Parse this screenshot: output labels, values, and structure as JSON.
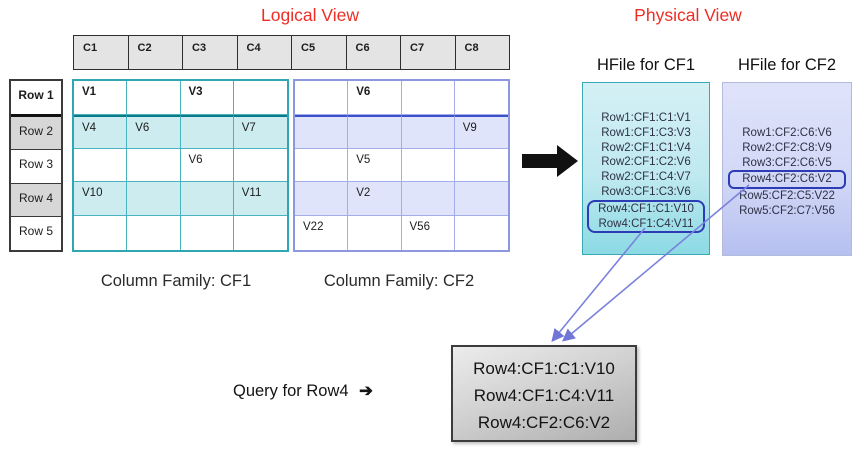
{
  "titles": {
    "logical": "Logical View",
    "physical": "Physical View"
  },
  "colors": {
    "title_red": "#ee2e24",
    "cf1_border": "#2fa6b2",
    "cf1_fill": "#cdecef",
    "cf1_dark_line": "#0a7a88",
    "cf2_border": "#8d97e0",
    "cf2_fill": "#e0e4fa",
    "cf2_dark_line": "#3d51c9",
    "highlight_outline": "#2c3cb5",
    "connector_line": "#7b82dd",
    "block_arrow": "#111111"
  },
  "logical": {
    "column_headers": [
      "C1",
      "C2",
      "C3",
      "C4",
      "C5",
      "C6",
      "C7",
      "C8"
    ],
    "row_headers": [
      "Row 1",
      "Row 2",
      "Row 3",
      "Row 4",
      "Row 5"
    ],
    "cf1": {
      "label": "Column Family: CF1",
      "cells": [
        [
          "V1",
          "",
          "V3",
          ""
        ],
        [
          "V4",
          "V6",
          "",
          "V7"
        ],
        [
          "",
          "",
          "V6",
          ""
        ],
        [
          "V10",
          "",
          "",
          "V11"
        ],
        [
          "",
          "",
          "",
          ""
        ]
      ]
    },
    "cf2": {
      "label": "Column Family: CF2",
      "cells": [
        [
          "",
          "V6",
          "",
          ""
        ],
        [
          "",
          "",
          "",
          "V9"
        ],
        [
          "",
          "V5",
          "",
          ""
        ],
        [
          "",
          "V2",
          "",
          ""
        ],
        [
          "V22",
          "",
          "V56",
          ""
        ]
      ]
    }
  },
  "physical": {
    "hfile_cf1": {
      "title": "HFile for CF1",
      "lines": [
        "Row1:CF1:C1:V1",
        "Row1:CF1:C3:V3",
        "Row2:CF1:C1:V4",
        "Row2:CF1:C2:V6",
        "Row2:CF1:C4:V7",
        "Row3:CF1:C3:V6",
        "Row4:CF1:C1:V10",
        "Row4:CF1:C4:V11"
      ]
    },
    "hfile_cf2": {
      "title": "HFile for CF2",
      "lines": [
        "Row1:CF2:C6:V6",
        "Row2:CF2:C8:V9",
        "Row3:CF2:C6:V5",
        "Row4:CF2:C6:V2",
        "Row5:CF2:C5:V22",
        "Row5:CF2:C7:V56"
      ]
    }
  },
  "query": {
    "label": "Query for Row4",
    "arrow_glyph": "➔",
    "results": [
      "Row4:CF1:C1:V10",
      "Row4:CF1:C4:V11",
      "Row4:CF2:C6:V2"
    ]
  }
}
